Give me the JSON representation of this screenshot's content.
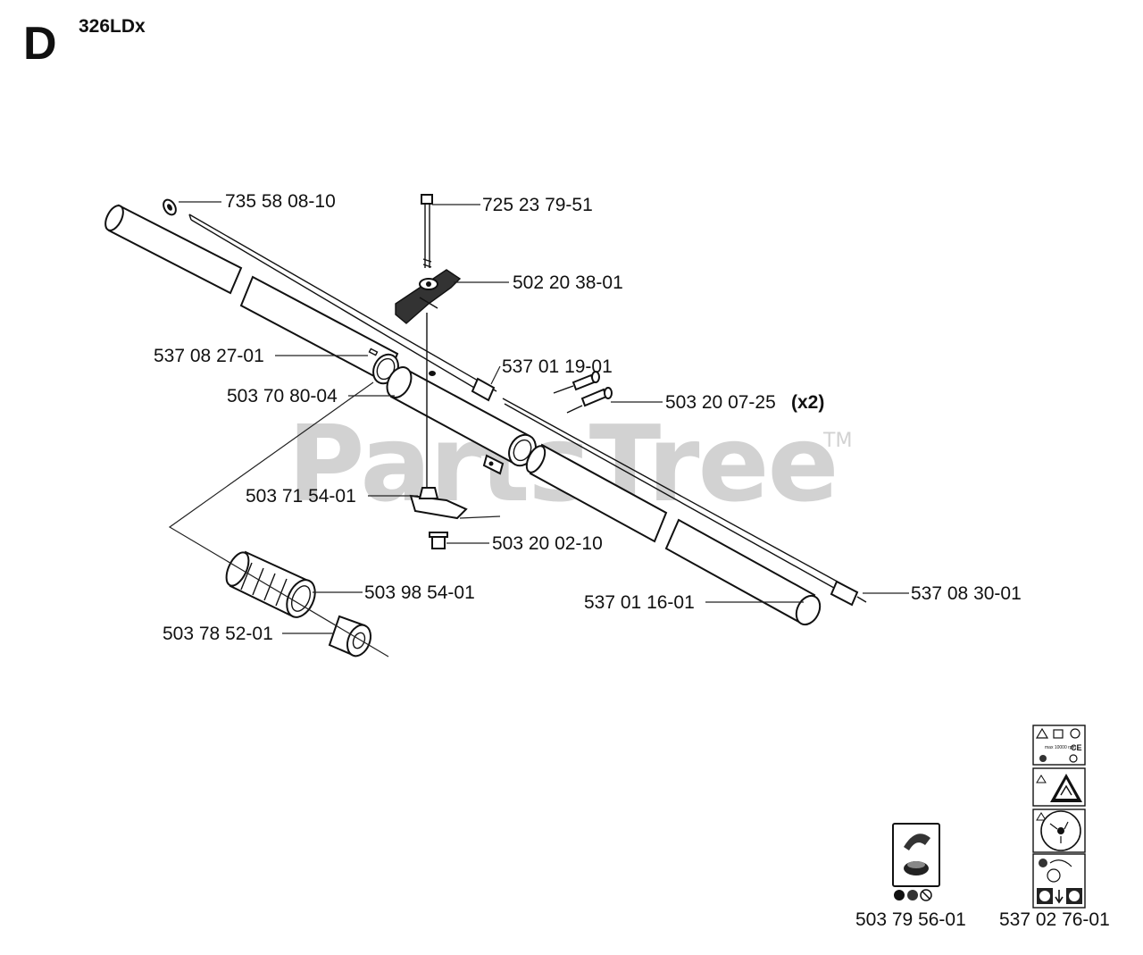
{
  "header": {
    "section_letter": "D",
    "model": "326LDx"
  },
  "watermark": {
    "text": "PartsTree",
    "trademark": "TM"
  },
  "parts": [
    {
      "id": "p1",
      "number": "735 58 08-10",
      "suffix": ""
    },
    {
      "id": "p2",
      "number": "725 23 79-51",
      "suffix": ""
    },
    {
      "id": "p3",
      "number": "502 20 38-01",
      "suffix": ""
    },
    {
      "id": "p4",
      "number": "537 08 27-01",
      "suffix": ""
    },
    {
      "id": "p5",
      "number": "537 01 19-01",
      "suffix": ""
    },
    {
      "id": "p6",
      "number": "503 70 80-04",
      "suffix": ""
    },
    {
      "id": "p7",
      "number": "503 20 07-25",
      "suffix": "(x2)"
    },
    {
      "id": "p8",
      "number": "503 71 54-01",
      "suffix": ""
    },
    {
      "id": "p9",
      "number": "503 20 02-10",
      "suffix": ""
    },
    {
      "id": "p10",
      "number": "503 98 54-01",
      "suffix": ""
    },
    {
      "id": "p11",
      "number": "537 08 30-01",
      "suffix": ""
    },
    {
      "id": "p12",
      "number": "537 01 16-01",
      "suffix": ""
    },
    {
      "id": "p13",
      "number": "503 78 52-01",
      "suffix": ""
    },
    {
      "id": "p14",
      "number": "503 79 56-01",
      "suffix": ""
    },
    {
      "id": "p15",
      "number": "537 02 76-01",
      "suffix": ""
    }
  ],
  "decals": {
    "rpm_text": "max 10000 rpm",
    "ce_mark": "CE"
  },
  "colors": {
    "ink": "#111111",
    "watermark": "#d2d2d2",
    "background": "#ffffff"
  }
}
